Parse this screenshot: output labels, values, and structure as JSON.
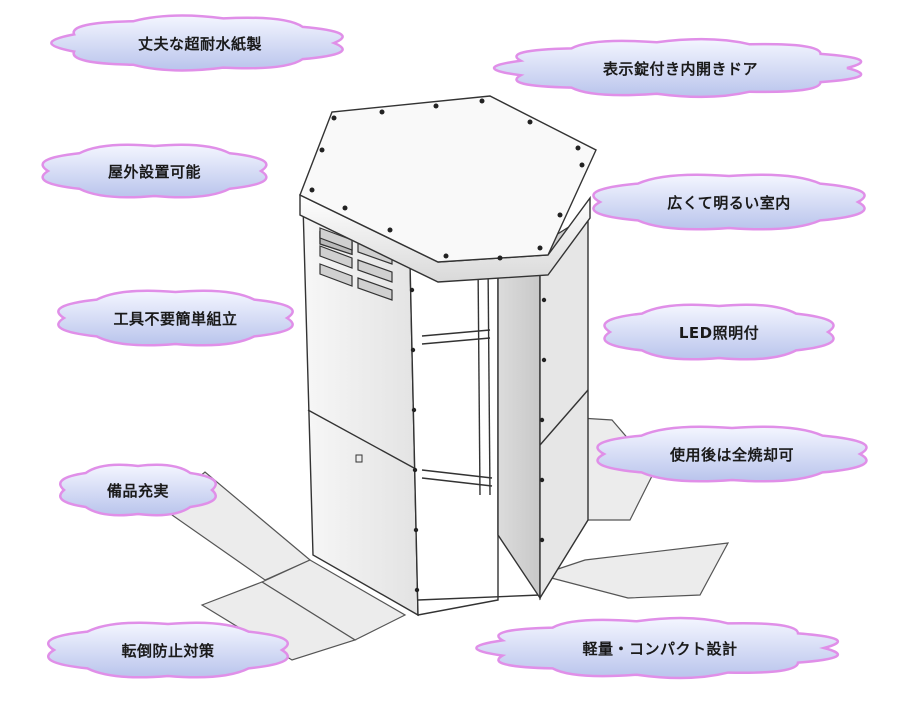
{
  "features": [
    {
      "id": "durable-paper",
      "text": "丈夫な超耐水紙製",
      "side": "left"
    },
    {
      "id": "outdoor-install",
      "text": "屋外設置可能",
      "side": "left"
    },
    {
      "id": "tool-free-assembly",
      "text": "工具不要簡単組立",
      "side": "left"
    },
    {
      "id": "stockpile",
      "text": "備品充実",
      "side": "left"
    },
    {
      "id": "anti-tip",
      "text": "転倒防止対策",
      "side": "left"
    },
    {
      "id": "lockable-door",
      "text": "表示錠付き内開きドア",
      "side": "right"
    },
    {
      "id": "bright-interior",
      "text": "広くて明るい室内",
      "side": "right"
    },
    {
      "id": "led-light",
      "text": "LED照明付",
      "side": "right"
    },
    {
      "id": "incinerable",
      "text": "使用後は全焼却可",
      "side": "right"
    },
    {
      "id": "compact-design",
      "text": "軽量・コンパクト設計",
      "side": "right"
    }
  ],
  "colors": {
    "cloud_fill_top": "#f4f6ff",
    "cloud_fill_bottom": "#b9c4ec",
    "cloud_outline": "#e08fe8",
    "booth_panel": "#f2f2f2",
    "booth_outline": "#3a3a3a",
    "floor_panel": "#e9e9e9"
  },
  "illustration": {
    "subject": "hexagonal-portable-toilet-booth"
  }
}
